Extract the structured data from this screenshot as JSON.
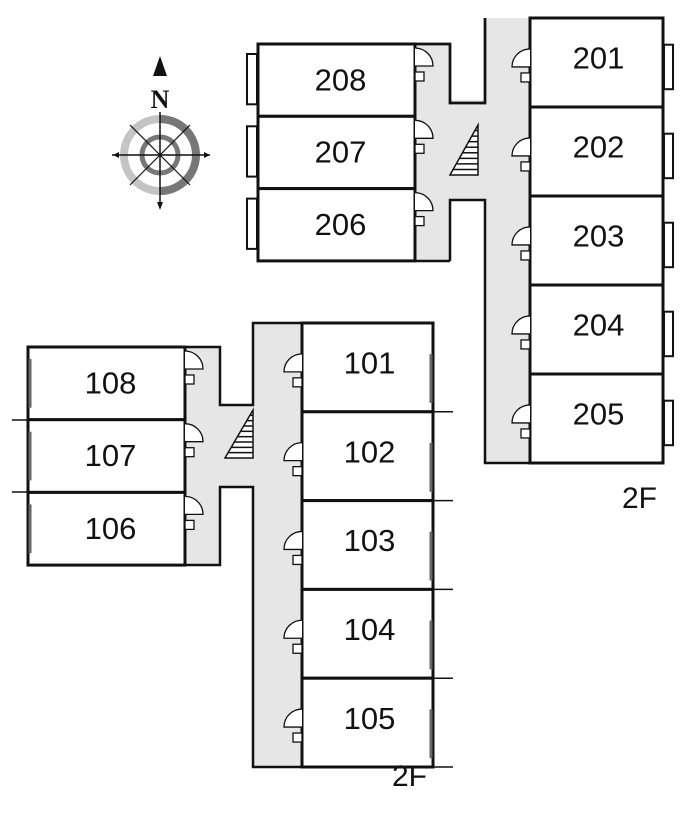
{
  "compass": {
    "north_label": "N"
  },
  "upper_building": {
    "floor_label": "2F",
    "west_rooms": [
      "208",
      "207",
      "206"
    ],
    "east_rooms": [
      "201",
      "202",
      "203",
      "204",
      "205"
    ]
  },
  "lower_building": {
    "floor_label": "2F",
    "west_rooms": [
      "108",
      "107",
      "106"
    ],
    "east_rooms": [
      "101",
      "102",
      "103",
      "104",
      "105"
    ]
  },
  "colors": {
    "corridor": "#e6e6e6",
    "wall": "#111111",
    "compass_dark": "#777777",
    "compass_light": "#c4c4c4"
  }
}
